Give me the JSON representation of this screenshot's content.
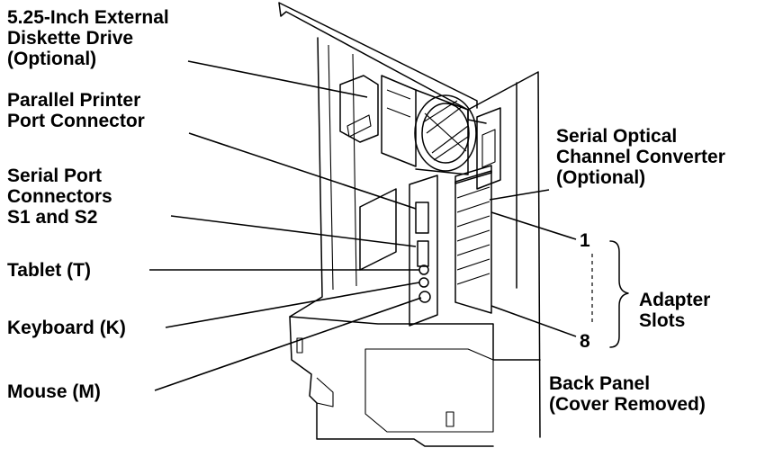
{
  "labels": {
    "external_diskette_drive": [
      "5.25-Inch External",
      "Diskette Drive",
      "(Optional)"
    ],
    "parallel_printer_port": [
      "Parallel Printer",
      "Port Connector"
    ],
    "serial_port_connectors": [
      "Serial Port",
      "Connectors",
      "S1 and S2"
    ],
    "tablet": "Tablet (T)",
    "keyboard": "Keyboard (K)",
    "mouse": "Mouse (M)",
    "serial_optical_converter": [
      "Serial Optical",
      "Channel Converter",
      "(Optional)"
    ],
    "slot_first": "1",
    "slot_last": "8",
    "adapter_slots": [
      "Adapter",
      "Slots"
    ],
    "back_panel": [
      "Back Panel",
      "(Cover Removed)"
    ]
  },
  "colors": {
    "ink": "#000000",
    "background": "#ffffff"
  }
}
